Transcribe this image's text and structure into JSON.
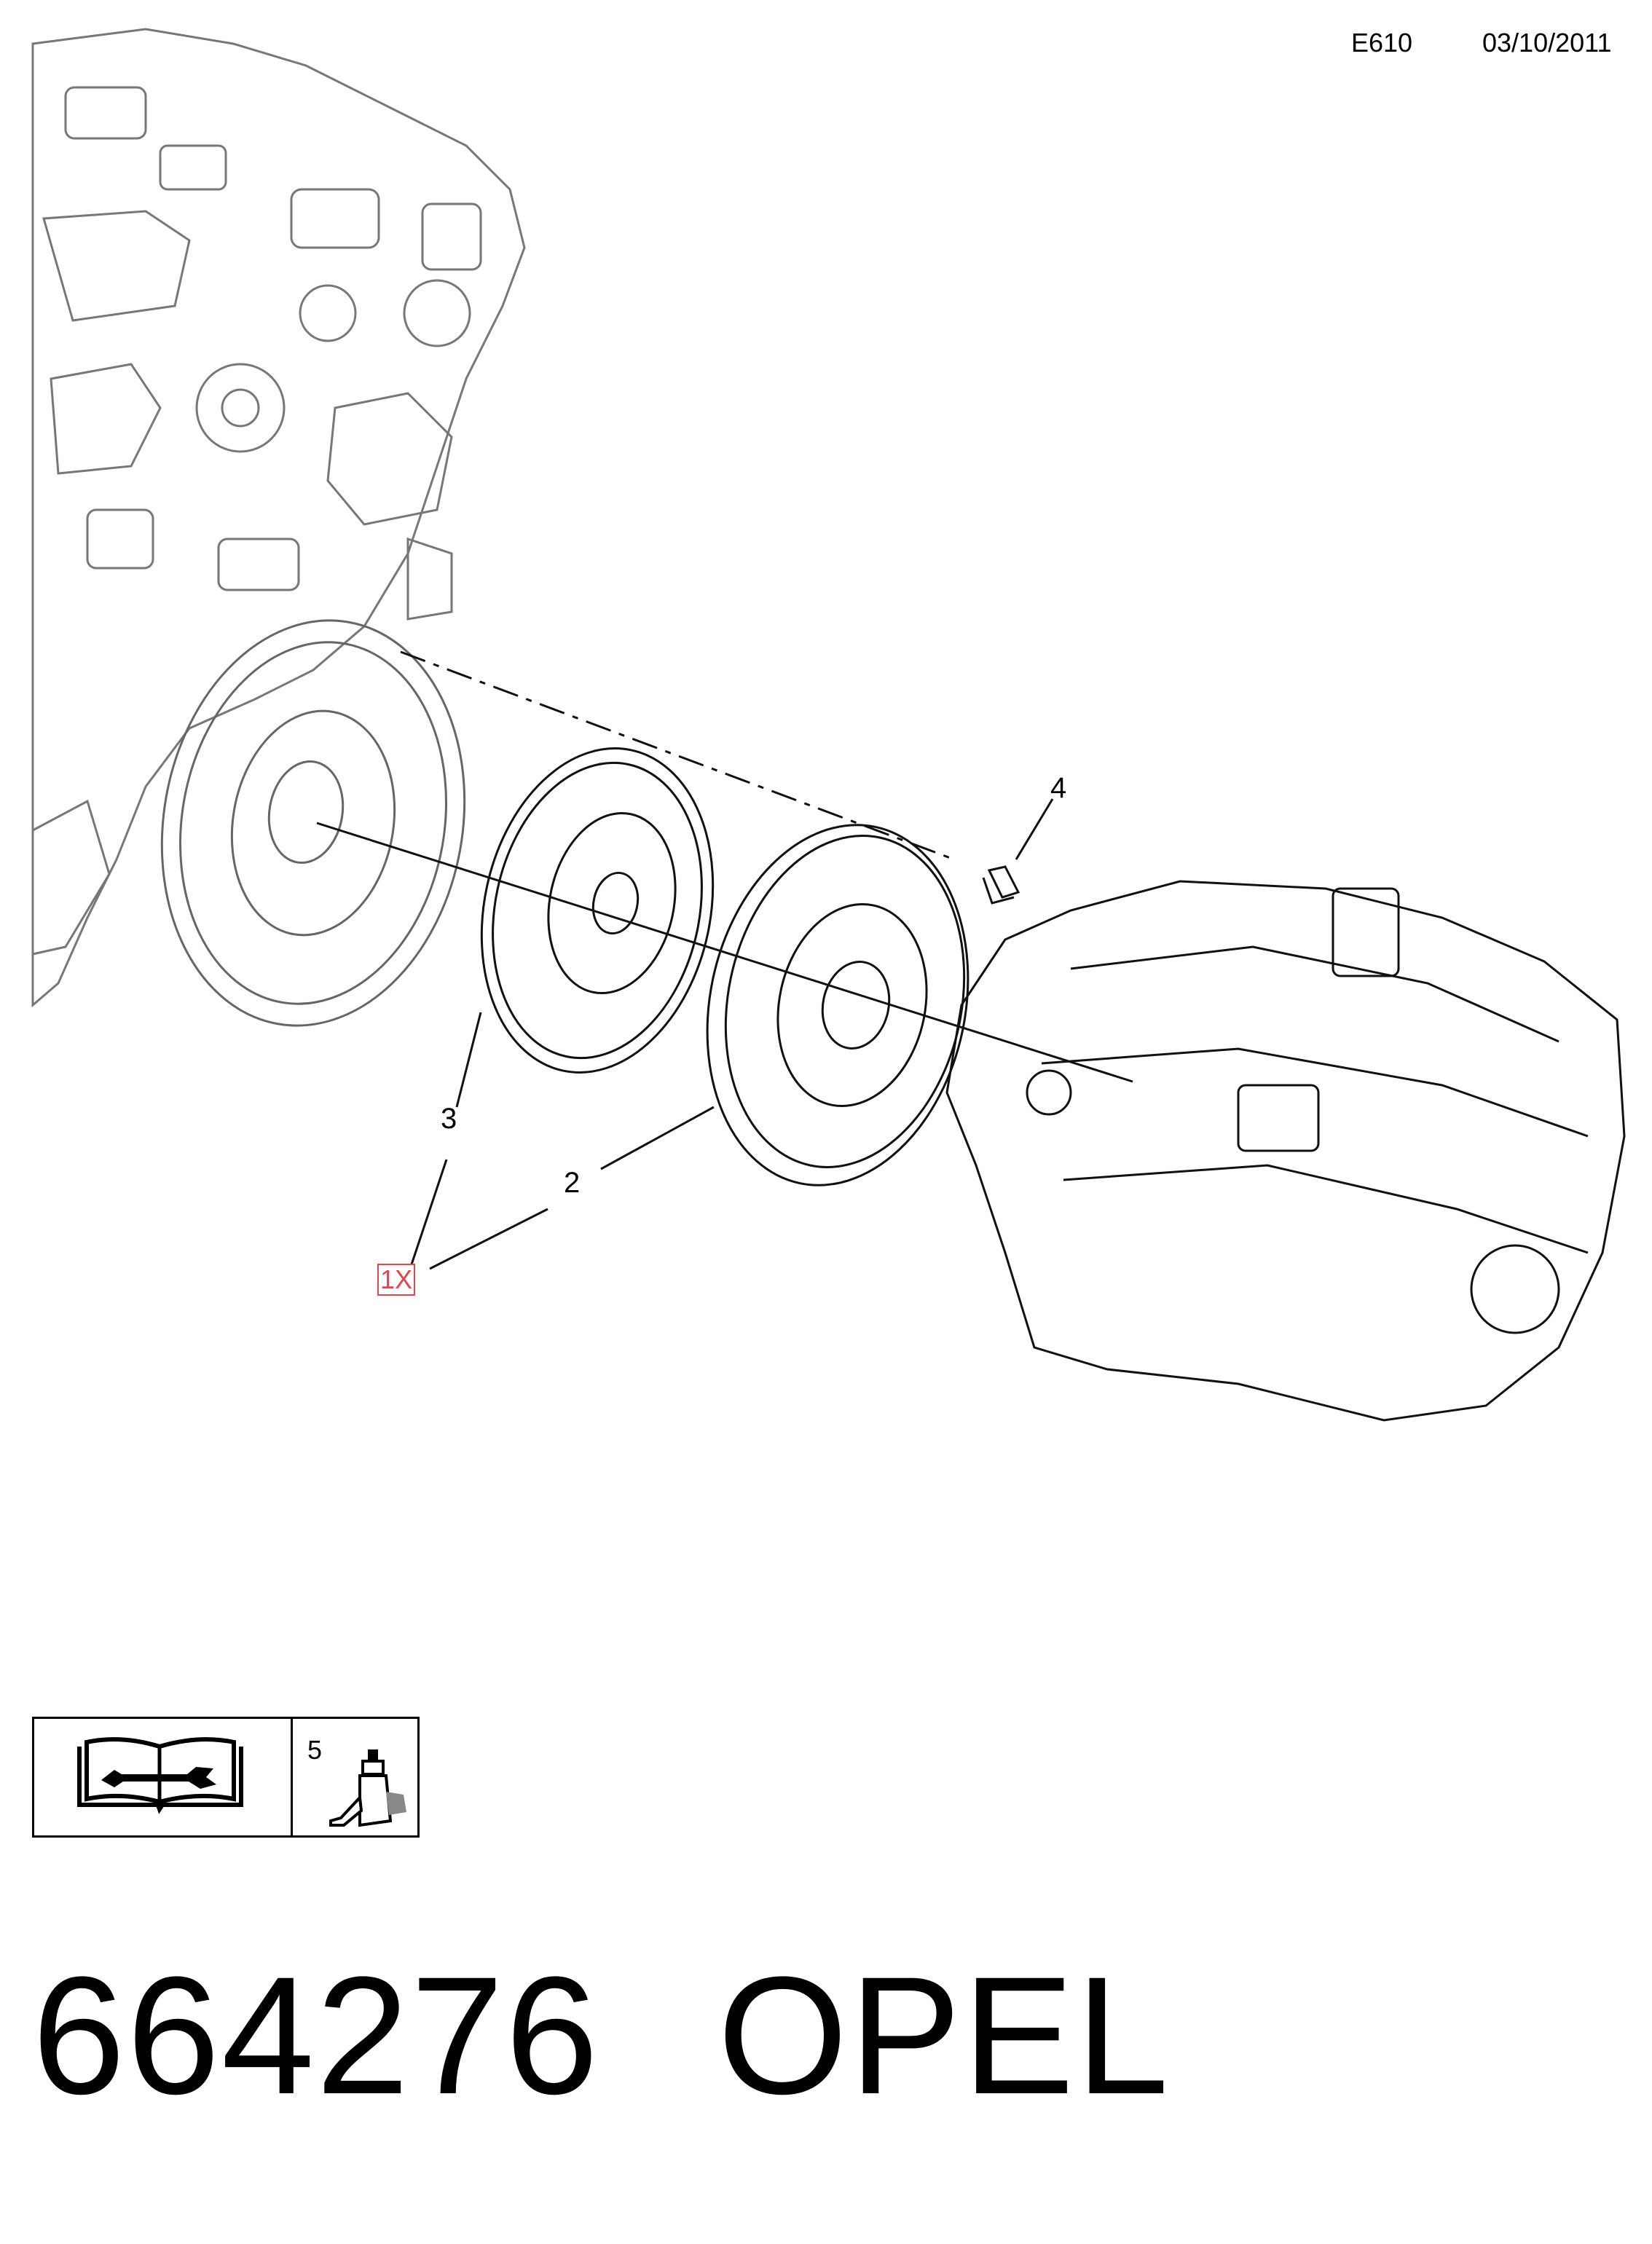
{
  "header": {
    "code": "E610",
    "date": "03/10/2011"
  },
  "callouts": {
    "c2": "2",
    "c3": "3",
    "c4": "4"
  },
  "quantity_label": "1X",
  "legend": {
    "item_number": "5",
    "manual_icon": "service-manual-wrench-icon",
    "sealant_icon": "sealant-bottle-icon"
  },
  "footer": {
    "part_number": "664276",
    "brand": "OPEL"
  },
  "colors": {
    "line": "#000000",
    "qty_highlight": "#e0474c"
  }
}
